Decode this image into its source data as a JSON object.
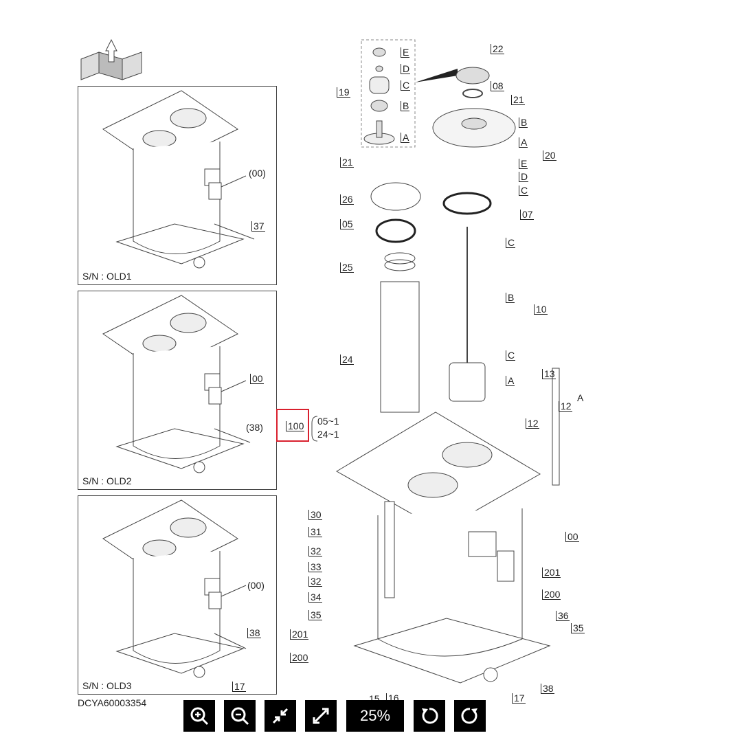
{
  "document_id": "DCYA60003354",
  "panels": [
    {
      "sn_label": "S/N : OLD1",
      "callouts": [
        "(00)",
        "37"
      ]
    },
    {
      "sn_label": "S/N : OLD2",
      "callouts": [
        "00",
        "(38)"
      ]
    },
    {
      "sn_label": "S/N : OLD3",
      "callouts": [
        "(00)",
        "38",
        "17"
      ]
    }
  ],
  "highlight": {
    "label": "100",
    "sub_items": [
      "05~1",
      "24~1"
    ]
  },
  "main_callouts": {
    "inset": [
      "19",
      "E",
      "D",
      "C",
      "B",
      "A"
    ],
    "top": [
      "22",
      "08",
      "21",
      "B",
      "A",
      "20",
      "E",
      "D",
      "C"
    ],
    "left": [
      "21",
      "26",
      "05",
      "25",
      "24"
    ],
    "rod": [
      "07",
      "C",
      "B",
      "10",
      "C",
      "A"
    ],
    "right": [
      "13",
      "12",
      "12",
      "A",
      "00",
      "201",
      "200",
      "36",
      "35",
      "38",
      "17"
    ],
    "fittings": [
      "30",
      "31",
      "32",
      "33",
      "32",
      "34",
      "35",
      "201",
      "200",
      "16",
      "15"
    ]
  },
  "toolbar": {
    "zoom_in_icon": "zoom-in-icon",
    "zoom_out_icon": "zoom-out-icon",
    "shrink_icon": "shrink-icon",
    "expand_icon": "expand-icon",
    "zoom_level": "25%",
    "rotate_left_icon": "rotate-left-icon",
    "rotate_right_icon": "rotate-right-icon"
  }
}
